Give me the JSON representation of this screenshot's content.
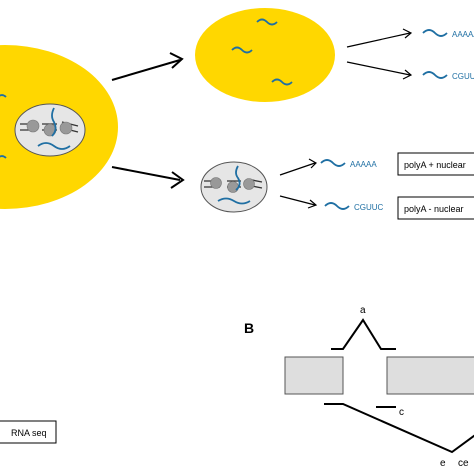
{
  "panel_a": {
    "seq_polya": "AAAAA",
    "seq_cguuc": "CGUUC",
    "box_polya_plus": "polyA + nuclear",
    "box_polya_minus": "polyA - nuclear",
    "box_rna_seq": "RNA seq"
  },
  "panel_b": {
    "panel_label": "B",
    "label_a": "a",
    "label_c": "c",
    "label_e": "e",
    "label_ce": "ce"
  },
  "colors": {
    "cell_yellow": "#ffd700",
    "rna_blue": "#1f6fa3",
    "nucleus_grey": "#e6e6e6",
    "exon_grey": "#dedede"
  }
}
